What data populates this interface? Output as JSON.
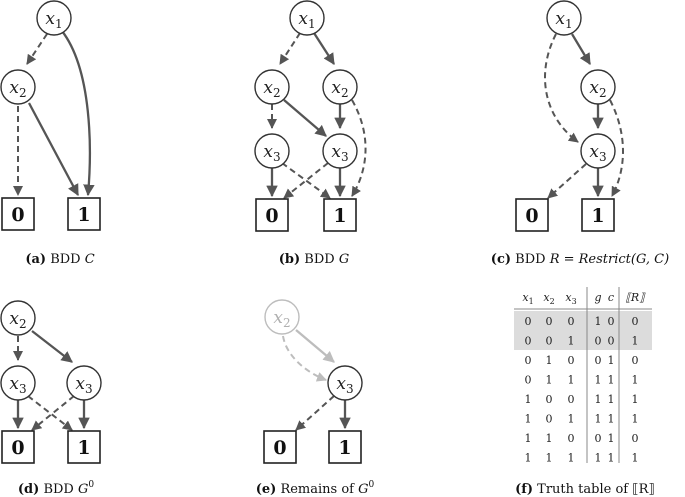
{
  "diagrams": {
    "a": {
      "caption_tag": "(a)",
      "caption_text": "BDD",
      "caption_sym": "C",
      "nodes": [
        {
          "id": "x1",
          "label": "x",
          "sub": "1"
        },
        {
          "id": "x2",
          "label": "x",
          "sub": "2"
        }
      ],
      "terminals": [
        "0",
        "1"
      ]
    },
    "b": {
      "caption_tag": "(b)",
      "caption_text": "BDD",
      "caption_sym": "G",
      "nodes": [
        {
          "id": "x1",
          "label": "x",
          "sub": "1"
        },
        {
          "id": "x2l",
          "label": "x",
          "sub": "2"
        },
        {
          "id": "x2r",
          "label": "x",
          "sub": "2"
        },
        {
          "id": "x3l",
          "label": "x",
          "sub": "3"
        },
        {
          "id": "x3r",
          "label": "x",
          "sub": "3"
        }
      ],
      "terminals": [
        "0",
        "1"
      ]
    },
    "c": {
      "caption_tag": "(c)",
      "caption_text": "BDD",
      "caption_sym": "R = Restrict(G, C)",
      "nodes": [
        {
          "id": "x1",
          "label": "x",
          "sub": "1"
        },
        {
          "id": "x2",
          "label": "x",
          "sub": "2"
        },
        {
          "id": "x3",
          "label": "x",
          "sub": "3"
        }
      ],
      "terminals": [
        "0",
        "1"
      ]
    },
    "d": {
      "caption_tag": "(d)",
      "caption_text": "BDD",
      "caption_sym": "G",
      "caption_sup": "0",
      "nodes": [
        {
          "id": "x2",
          "label": "x",
          "sub": "2"
        },
        {
          "id": "x3l",
          "label": "x",
          "sub": "3"
        },
        {
          "id": "x3r",
          "label": "x",
          "sub": "3"
        }
      ],
      "terminals": [
        "0",
        "1"
      ]
    },
    "e": {
      "caption_tag": "(e)",
      "caption_text": "Remains of",
      "caption_sym": "G",
      "caption_sup": "0",
      "nodes": [
        {
          "id": "x2",
          "label": "x",
          "sub": "2",
          "faded": true
        },
        {
          "id": "x3",
          "label": "x",
          "sub": "3"
        }
      ],
      "terminals": [
        "0",
        "1"
      ]
    }
  },
  "table": {
    "caption_tag": "(f)",
    "caption_text": "Truth table of ⟦R⟧",
    "headers": [
      {
        "label": "x",
        "sub": "1"
      },
      {
        "label": "x",
        "sub": "2"
      },
      {
        "label": "x",
        "sub": "3"
      },
      {
        "label": "g",
        "sub": ""
      },
      {
        "label": "c",
        "sub": ""
      },
      {
        "label": "⟦R⟧",
        "sub": ""
      }
    ],
    "rows": [
      [
        "0",
        "0",
        "0",
        "1",
        "0",
        "0"
      ],
      [
        "0",
        "0",
        "1",
        "0",
        "0",
        "1"
      ],
      [
        "0",
        "1",
        "0",
        "0",
        "1",
        "0"
      ],
      [
        "0",
        "1",
        "1",
        "1",
        "1",
        "1"
      ],
      [
        "1",
        "0",
        "0",
        "1",
        "1",
        "1"
      ],
      [
        "1",
        "0",
        "1",
        "1",
        "1",
        "1"
      ],
      [
        "1",
        "1",
        "0",
        "0",
        "1",
        "0"
      ],
      [
        "1",
        "1",
        "1",
        "1",
        "1",
        "1"
      ]
    ],
    "highlighted_rows": [
      0,
      1
    ],
    "highlight_color": "#dcdcdc"
  }
}
